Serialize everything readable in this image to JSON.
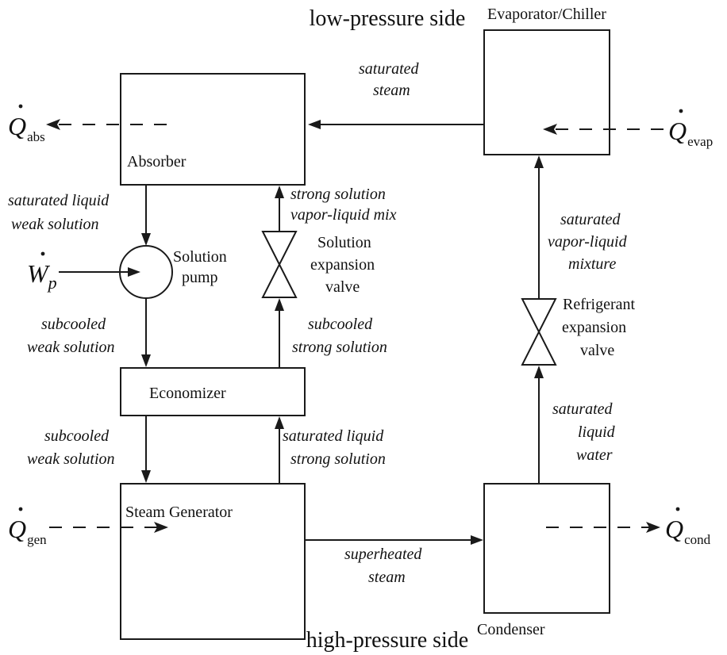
{
  "sides": {
    "top": "low-pressure side",
    "bottom": "high-pressure side"
  },
  "components": {
    "absorber": "Absorber",
    "evaporator": "Evaporator/Chiller",
    "economizer": "Economizer",
    "generator": "Steam Generator",
    "condenser": "Condenser",
    "pump": [
      "Solution",
      "pump"
    ],
    "solution_valve": [
      "Solution",
      "expansion",
      "valve"
    ],
    "refrigerant_valve": [
      "Refrigerant",
      "expansion",
      "valve"
    ]
  },
  "streams": {
    "evap_to_absorber": [
      "saturated",
      "steam"
    ],
    "absorber_out": [
      "saturated liquid",
      "weak solution"
    ],
    "solution_valve_out": [
      "strong solution",
      "vapor-liquid mix"
    ],
    "pump_out": [
      "subcooled",
      "weak solution"
    ],
    "economizer_to_valve": [
      "subcooled",
      "strong solution"
    ],
    "economizer_to_generator": [
      "subcooled",
      "weak solution"
    ],
    "generator_to_economizer": [
      "saturated liquid",
      "strong solution"
    ],
    "generator_to_condenser": [
      "superheated",
      "steam"
    ],
    "condenser_out": [
      "saturated",
      "liquid",
      "water"
    ],
    "refrigerant_valve_out": [
      "saturated",
      "vapor-liquid",
      "mixture"
    ]
  },
  "heat": {
    "absorber": {
      "symbol": "Q",
      "sub": "abs"
    },
    "evaporator": {
      "symbol": "Q",
      "sub": "evap"
    },
    "generator": {
      "symbol": "Q",
      "sub": "gen"
    },
    "condenser": {
      "symbol": "Q",
      "sub": "cond"
    },
    "pump_work": {
      "symbol": "W",
      "sub": "p"
    }
  }
}
